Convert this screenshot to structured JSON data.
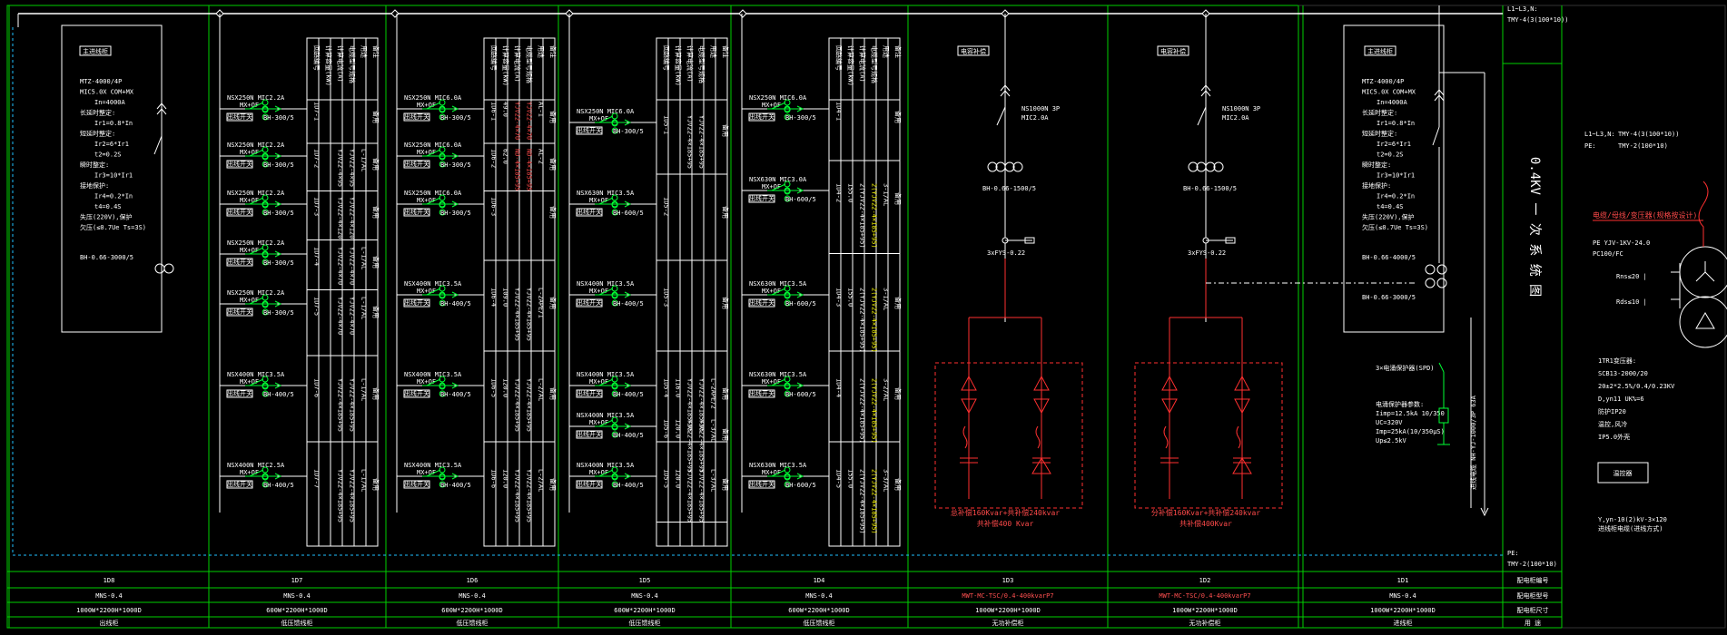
{
  "colors": {
    "background": "#000000",
    "frame": "#00d000",
    "wire": "#ffffff",
    "breaker": "#00ff33",
    "capacitor": "#ff3030",
    "dashed": "#20c0ff",
    "highlight": "#ffff00"
  },
  "system_title": "0.4KV 一 次 系 统 图",
  "top_right": {
    "line1": "L1~L3,N:",
    "line2": "TMY-4(3(100*10))"
  },
  "right_legend": {
    "bus_phase_label": "L1~L3,N:",
    "bus_phase_value": "TMY-4(3(100*10))",
    "bus_pe_label": "PE:",
    "bus_pe_value": "TMY-2(100*10)",
    "red_note": "电缆/母线/变压器(规格按设计)",
    "cable_1": "PE  YJV-1KV-24.0",
    "cable_2": "PC100/FC",
    "rns": "Rns≤20 |",
    "rds": "Rds≤10 |",
    "transformer_1": "1TR1变压器:",
    "transformer_2": "SCB13-2000/20",
    "transformer_3": "20±2*2.5%/0.4/0.23KV",
    "transformer_4": "D,yn11  UK%=6",
    "transformer_5": "防护IP20",
    "transformer_6": "温控,风冷",
    "transformer_7": "IP5.0外壳",
    "box_label": "温控器",
    "bottom_1": "Y,yn-10(2)kV-3×120",
    "bottom_2": "进线柜电缆(进线方式)"
  },
  "pe_note": {
    "line1": "PE:",
    "line2": "TMY-2(100*10)"
  },
  "row_labels": [
    "配电柜编号",
    "配电柜型号",
    "配电柜尺寸",
    "用  途"
  ],
  "panels": [
    {
      "no": "1D8",
      "model": "MNS-0.4",
      "size": "1000W*2200H*1000D",
      "use": "出线柜"
    },
    {
      "no": "1D7",
      "model": "MNS-0.4",
      "size": "600W*2200H*1000D",
      "use": "低压馈线柜"
    },
    {
      "no": "1D6",
      "model": "MNS-0.4",
      "size": "600W*2200H*1000D",
      "use": "低压馈线柜"
    },
    {
      "no": "1D5",
      "model": "MNS-0.4",
      "size": "600W*2200H*1000D",
      "use": "低压馈线柜"
    },
    {
      "no": "1D4",
      "model": "MNS-0.4",
      "size": "600W*2200H*1000D",
      "use": "低压馈线柜"
    },
    {
      "no": "1D3",
      "model": "MWT-MC-TSC/0.4-400kvarP7",
      "size": "1000W*2200H*1000D",
      "use": "无功补偿柜"
    },
    {
      "no": "1D2",
      "model": "MWT-MC-TSC/0.4-400kvarP7",
      "size": "1000W*2200H*1000D",
      "use": "无功补偿柜"
    },
    {
      "no": "1D1",
      "model": "MNS-0.4",
      "size": "1000W*2200H*1000D",
      "use": "进线柜"
    }
  ],
  "panel_1d8": {
    "tag": "主进线柜",
    "breaker": "MTZ-4000/4P",
    "trip": "MIC5.0X COM+MX",
    "in": "In=4000A",
    "lt": "长延时整定:",
    "lt_val": "Ir1=0.8*In",
    "st": "短延时整定:",
    "st_val1": "Ir2=6*Ir1",
    "st_val2": "t2=0.2S",
    "inst": "瞬时整定:",
    "inst_val": "Ir3=10*Ir1",
    "gf": "接地保护:",
    "gf_val1": "Ir4=0.2*In",
    "gf_val2": "t4=0.4S",
    "uv": "失压(220V),保护",
    "uv_val": "欠压(≤0.7Ue Ts=3S)",
    "ct": "BH-0.66-3000/5"
  },
  "panel_1d1": {
    "tag": "主进线柜",
    "breaker": "MTZ-4000/4P",
    "trip": "MIC5.0X COM+MX",
    "in": "In=4000A",
    "lt": "长延时整定:",
    "lt_val": "Ir1=0.8*In",
    "st": "短延时整定:",
    "st_val1": "Ir2=6*Ir1",
    "st_val2": "t2=0.2S",
    "inst": "瞬时整定:",
    "inst_val": "Ir3=10*Ir1",
    "gf": "接地保护:",
    "gf_val1": "Ir4=0.2*In",
    "gf_val2": "t4=0.4S",
    "uv": "失压(220V),保护",
    "uv_val": "欠压(≤0.7Ue Ts=3S)",
    "ct1": "BH-0.66-4000/5",
    "ct2": "BH-0.66-3000/5",
    "spd_title": "3×电涌保护器(SPD)",
    "spd_1": "电涌保护器参数:",
    "spd_2": "Iimp=12.5kA 10/350",
    "spd_3": "UC=320V",
    "spd_4": "Imp=25kA(10/350μS)",
    "spd_5": "Up≤2.5kV",
    "vert_label": "进线电缆 NH-YJ-1000/3P 63A"
  },
  "cap_panels": [
    {
      "tag": "电容补偿",
      "switch": "NS1000N 3P",
      "trip": "MIC2.0A",
      "ct": "BH-0.66-1500/5",
      "fuse": "3xFYS-0.22",
      "note1": "总补偿160Kvar+共补偿240kvar",
      "note2": "共补偿400 Kvar"
    },
    {
      "tag": "电容补偿",
      "switch": "NS1000N 3P",
      "trip": "MIC2.0A",
      "ct": "BH-0.66-1500/5",
      "fuse": "3xFYS-0.22",
      "note1": "分补偿160Kvar+共补偿240kvar",
      "note2": "共补偿400Kvar"
    }
  ],
  "feeder_header": [
    "回路编号",
    "计算容量(kW)",
    "计算电流(A)",
    "电缆型号规格",
    "用途",
    "备注"
  ],
  "feeder_panels": [
    {
      "circuits": [
        {
          "tag": "出线开关",
          "breaker": "NSX250N MIC2.2A",
          "acc": "MX+OF",
          "ct": "BH-300/5",
          "no": "1D7-1",
          "kw": "",
          "cable": "",
          "use": "",
          "remark": "备用"
        },
        {
          "tag": "出线开关",
          "breaker": "NSX250N MIC2.2A",
          "acc": "MX+OF",
          "ct": "BH-300/5",
          "no": "1D7-2",
          "kw": "",
          "cable": "YJV22-4×95",
          "use": "L-1/AL",
          "remark": "备用"
        },
        {
          "tag": "出线开关",
          "breaker": "NSX250N MIC2.2A",
          "acc": "MX+OF",
          "ct": "BH-300/5",
          "no": "1D7-3",
          "kw": "",
          "cable": "YJV22-4×120",
          "use": "",
          "remark": "备用"
        },
        {
          "tag": "出线开关",
          "breaker": "NSX250N MIC2.2A",
          "acc": "MX+OF",
          "ct": "BH-300/5",
          "no": "1D7-4",
          "kw": "",
          "cable": "YJV22-4×70",
          "use": "L-1/AL",
          "remark": "备用"
        },
        {
          "tag": "出线开关",
          "breaker": "NSX250N MIC2.2A",
          "acc": "MX+OF",
          "ct": "BH-300/5",
          "no": "1D7-5",
          "kw": "",
          "cable": "YJV22-4×70",
          "use": "L-1/AL",
          "remark": "备用"
        },
        {
          "tag": "出线开关",
          "breaker": "NSX400N MIC3.5A",
          "acc": "MX+OF",
          "ct": "BH-400/5",
          "no": "1D7-6",
          "kw": "",
          "cable": "YJV22-4×185+95",
          "use": "L-1/AL",
          "remark": "备用"
        },
        {
          "tag": "出线开关",
          "breaker": "NSX400N MIC2.5A",
          "acc": "MX+OF",
          "ct": "BH-400/5",
          "no": "1D7-7",
          "kw": "",
          "cable": "YJV22-4×185+95",
          "use": "L-1/AL",
          "remark": "备用"
        }
      ]
    },
    {
      "circuits": [
        {
          "tag": "出线开关",
          "breaker": "NSX250N MIC6.0A",
          "acc": "MX+OF",
          "ct": "BH-300/5",
          "no": "1D6-1",
          "kw": "49.0",
          "cable": "YJV22-4×70",
          "use": "AL-1",
          "remark": "备用"
        },
        {
          "tag": "出线开关",
          "breaker": "NSX250N MIC6.0A",
          "acc": "MX+OF",
          "ct": "BH-300/5",
          "no": "1D6-2",
          "kw": "62.0",
          "cable": "ND-4×185+95",
          "use": "AL-2",
          "remark": "备用"
        },
        {
          "tag": "出线开关",
          "breaker": "NSX250N MIC6.0A",
          "acc": "MX+OF",
          "ct": "BH-300/5",
          "no": "1D6-3",
          "kw": "",
          "cable": "",
          "use": "",
          "remark": "备用"
        },
        {
          "tag": "出线开关",
          "breaker": "NSX400N MIC3.5A",
          "acc": "MX+OF",
          "ct": "BH-400/5",
          "no": "1D6-4",
          "kw": "109.0",
          "cable": "YJV22-4×185+95",
          "use": "L-2APE/1",
          "remark": "备用"
        },
        {
          "tag": "出线开关",
          "breaker": "NSX400N MIC3.5A",
          "acc": "MX+OF",
          "ct": "BH-400/5",
          "no": "1D6-5",
          "kw": "120.0",
          "cable": "YJV22-4×185+95",
          "use": "L-2/AL",
          "remark": "备用"
        },
        {
          "tag": "出线开关",
          "breaker": "NSX400N MIC3.5A",
          "acc": "MX+OF",
          "ct": "BH-400/5",
          "no": "1D6-6",
          "kw": "120.0",
          "cable": "YJV22-4×185+95",
          "use": "L-2/AL",
          "remark": "备用"
        }
      ]
    },
    {
      "circuits": [
        {
          "tag": "出线开关",
          "breaker": "NSX250N MIC6.0A",
          "acc": "MX+OF",
          "ct": "BH-300/5",
          "no": "1D5-1",
          "kw": "",
          "cable": "YJV22-4×185+95",
          "use": "",
          "remark": "备用"
        },
        {
          "tag": "出线开关",
          "breaker": "NSX630N MIC3.5A",
          "acc": "MX+OF",
          "ct": "BH-600/5",
          "no": "1D5-2",
          "kw": "",
          "cable": "",
          "use": "",
          "remark": "备用"
        },
        {
          "tag": "出线开关",
          "breaker": "NSX400N MIC3.5A",
          "acc": "MX+OF",
          "ct": "BH-400/5",
          "no": "1D5-3",
          "kw": "",
          "cable": "",
          "use": "",
          "remark": "备用"
        },
        {
          "tag": "出线开关",
          "breaker": "NSX400N MIC3.5A",
          "acc": "MX+OF",
          "ct": "BH-400/5",
          "no": "1D5-4",
          "kw": "116.0",
          "cable": "YJV22-4×185+95",
          "use": "L-2APE/2",
          "remark": "备用"
        },
        {
          "tag": "出线开关",
          "breaker": "NSX400N MIC3.5A",
          "acc": "MX+OF",
          "ct": "BH-400/5",
          "no": "1D5-5",
          "kw": "120.0",
          "cable": "YJV22-4×185+95",
          "use": "L-3/AL",
          "remark": "备用"
        },
        {
          "tag": "出线开关",
          "breaker": "NSX400N MIC3.5A",
          "acc": "MX+OF",
          "ct": "BH-400/5",
          "no": "1D5-6",
          "kw": "120.0",
          "cable": "YJV22-4×185+95",
          "use": "L-3/AL",
          "remark": "备用"
        }
      ]
    },
    {
      "circuits": [
        {
          "tag": "出线开关",
          "breaker": "NSX250N MIC6.0A",
          "acc": "MX+OF",
          "ct": "BH-300/5",
          "no": "1D4-1",
          "kw": "",
          "cable": "",
          "use": "",
          "remark": "备用"
        },
        {
          "tag": "出线开关",
          "breaker": "NSX630N MIC3.0A",
          "acc": "MX+OF",
          "ct": "BH-600/5",
          "no": "1D4-2",
          "kw": "155.0",
          "cable": "2(YJV22-4×185+95)",
          "use": "3-1/AL",
          "remark": "备用"
        },
        {
          "tag": "出线开关",
          "breaker": "NSX630N MIC3.5A",
          "acc": "MX+OF",
          "ct": "BH-600/5",
          "no": "1D4-3",
          "kw": "155.0",
          "cable": "2(YJV22-4×185+95)",
          "use": "3-1/AL",
          "remark": "备用"
        },
        {
          "tag": "出线开关",
          "breaker": "NSX630N MIC3.5A",
          "acc": "MX+OF",
          "ct": "BH-600/5",
          "no": "1D4-4",
          "kw": "",
          "cable": "2(YJV22-4×185+95)",
          "use": "3-2/AL",
          "remark": "备用"
        },
        {
          "tag": "出线开关",
          "breaker": "NSX630N MIC3.5A",
          "acc": "MX+OF",
          "ct": "BH-600/5",
          "no": "1D4-5",
          "kw": "155.0",
          "cable": "2(YJV22-4×185+95)",
          "use": "3-3/AL",
          "remark": "备用"
        }
      ]
    }
  ]
}
